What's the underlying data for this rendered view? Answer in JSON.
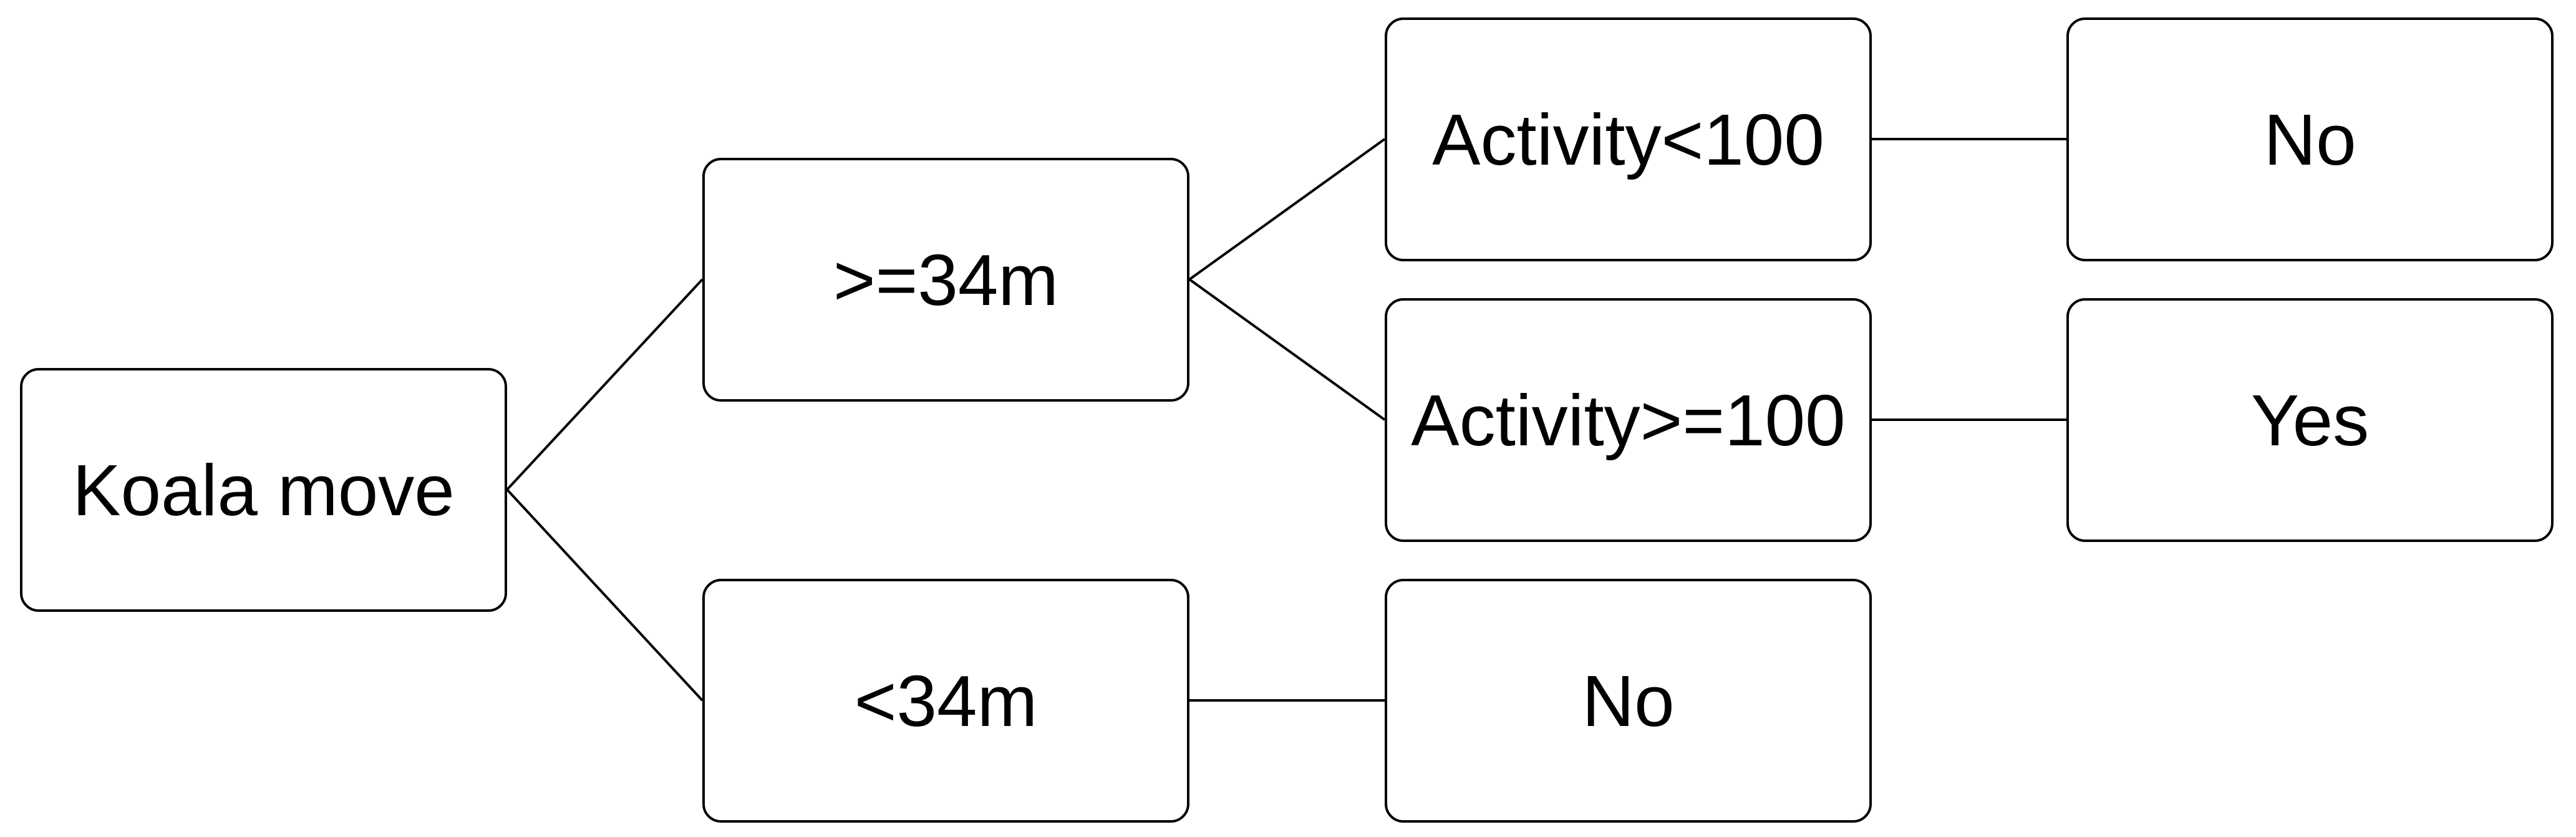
{
  "nodes": {
    "root": "Koala move",
    "ge34": ">=34m",
    "lt34": "<34m",
    "activity_lt": "Activity<100",
    "activity_ge": "Activity>=100",
    "outcome_activity_lt": "No",
    "outcome_activity_ge": "Yes",
    "outcome_lt34": "No"
  },
  "colors": {
    "stroke": "#000000",
    "fill": "#ffffff",
    "text": "#000000"
  }
}
